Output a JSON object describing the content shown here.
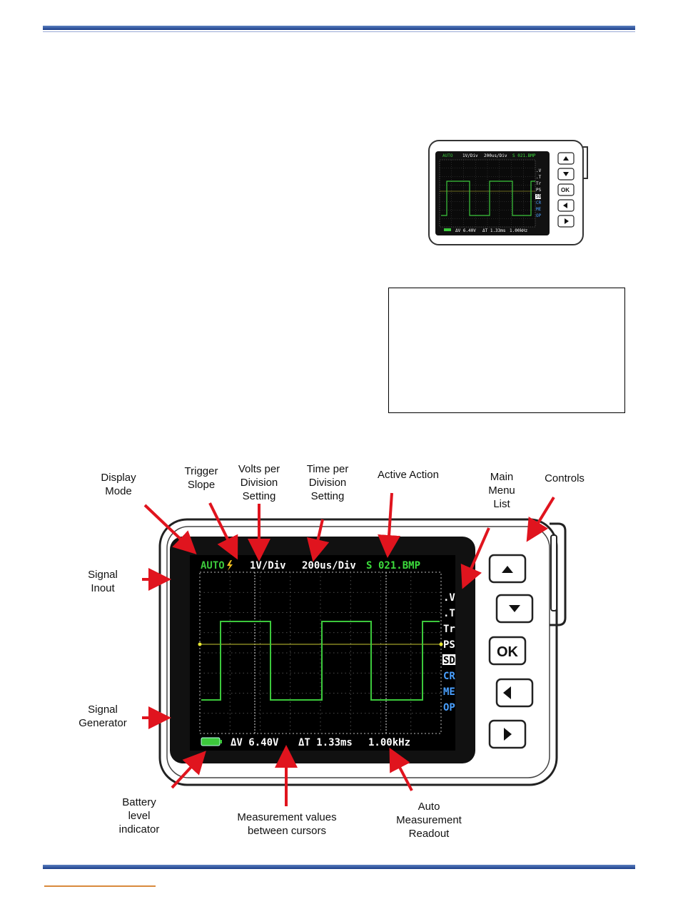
{
  "labels": {
    "display_mode": [
      "Display",
      "Mode"
    ],
    "trigger_slope": [
      "Trigger",
      "Slope"
    ],
    "volts_per_div": [
      "Volts per",
      "Division",
      "Setting"
    ],
    "time_per_div": [
      "Time per",
      "Division",
      "Setting"
    ],
    "active_action": [
      "Active Action"
    ],
    "main_menu_list": [
      "Main",
      "Menu",
      "List"
    ],
    "controls": [
      "Controls"
    ],
    "signal_input": [
      "Signal",
      "Inout"
    ],
    "signal_generator": [
      "Signal",
      "Generator"
    ],
    "battery_level": [
      "Battery",
      "level",
      "indicator"
    ],
    "measurement_values": [
      "Measurement values",
      "between cursors"
    ],
    "auto_measurement": [
      "Auto",
      "Measurement",
      "Readout"
    ]
  },
  "screen": {
    "mode": "AUTO",
    "trigger_icon": "lightning-icon",
    "volts_div": "1V/Div",
    "time_div": "200us/Div",
    "action_prefix": "S",
    "action_file": "021.BMP",
    "menu": [
      ".V",
      ".T",
      "Tr",
      "PS",
      "SD",
      "CR",
      "ME",
      "OP"
    ],
    "delta_v": "ΔV 6.40V",
    "delta_t": "ΔT 1.33ms",
    "frequency": "1.00kHz"
  },
  "small_screen": {
    "mode": "AUTO",
    "volts_div": "1V/Div",
    "time_div": "200us/Div",
    "action": "S 021.BMP",
    "menu": [
      ".V",
      ".T",
      "Tr",
      "PS",
      "SD",
      "CR",
      "ME",
      "OP"
    ],
    "delta_v": "ΔV 6.40V",
    "delta_t": "ΔT 1.33ms",
    "frequency": "1.00kHz"
  },
  "buttons": {
    "ok": "OK",
    "up_icon": "triangle-up-icon",
    "down_icon": "triangle-down-icon",
    "left_icon": "triangle-left-icon",
    "right_icon": "triangle-right-icon"
  },
  "colors": {
    "rule": "#1d3f8a",
    "arrow": "#e0141e",
    "screen_bg": "#000000",
    "trace": "#3cc83c",
    "menu_blue": "#4aa0ff",
    "action_green": "#3cdc3c"
  }
}
